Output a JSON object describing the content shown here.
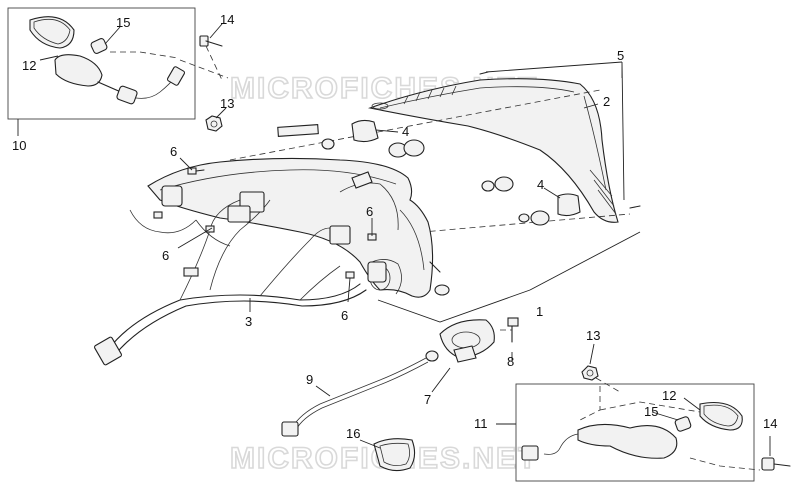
{
  "watermarks": [
    "MICROFICHES.NET",
    "MICROFICHES.NET"
  ],
  "callouts": [
    {
      "id": "c15a",
      "text": "15"
    },
    {
      "id": "c14a",
      "text": "14"
    },
    {
      "id": "c12a",
      "text": "12"
    },
    {
      "id": "c13a",
      "text": "13"
    },
    {
      "id": "c10",
      "text": "10"
    },
    {
      "id": "c5",
      "text": "5"
    },
    {
      "id": "c2",
      "text": "2"
    },
    {
      "id": "c4a",
      "text": "4"
    },
    {
      "id": "c4b",
      "text": "4"
    },
    {
      "id": "c6a",
      "text": "6"
    },
    {
      "id": "c6b",
      "text": "6"
    },
    {
      "id": "c6c",
      "text": "6"
    },
    {
      "id": "c6d",
      "text": "6"
    },
    {
      "id": "c3",
      "text": "3"
    },
    {
      "id": "c1",
      "text": "1"
    },
    {
      "id": "c13b",
      "text": "13"
    },
    {
      "id": "c8",
      "text": "8"
    },
    {
      "id": "c9",
      "text": "9"
    },
    {
      "id": "c7",
      "text": "7"
    },
    {
      "id": "c11",
      "text": "11"
    },
    {
      "id": "c12b",
      "text": "12"
    },
    {
      "id": "c15b",
      "text": "15"
    },
    {
      "id": "c14b",
      "text": "14"
    },
    {
      "id": "c16",
      "text": "16"
    }
  ]
}
